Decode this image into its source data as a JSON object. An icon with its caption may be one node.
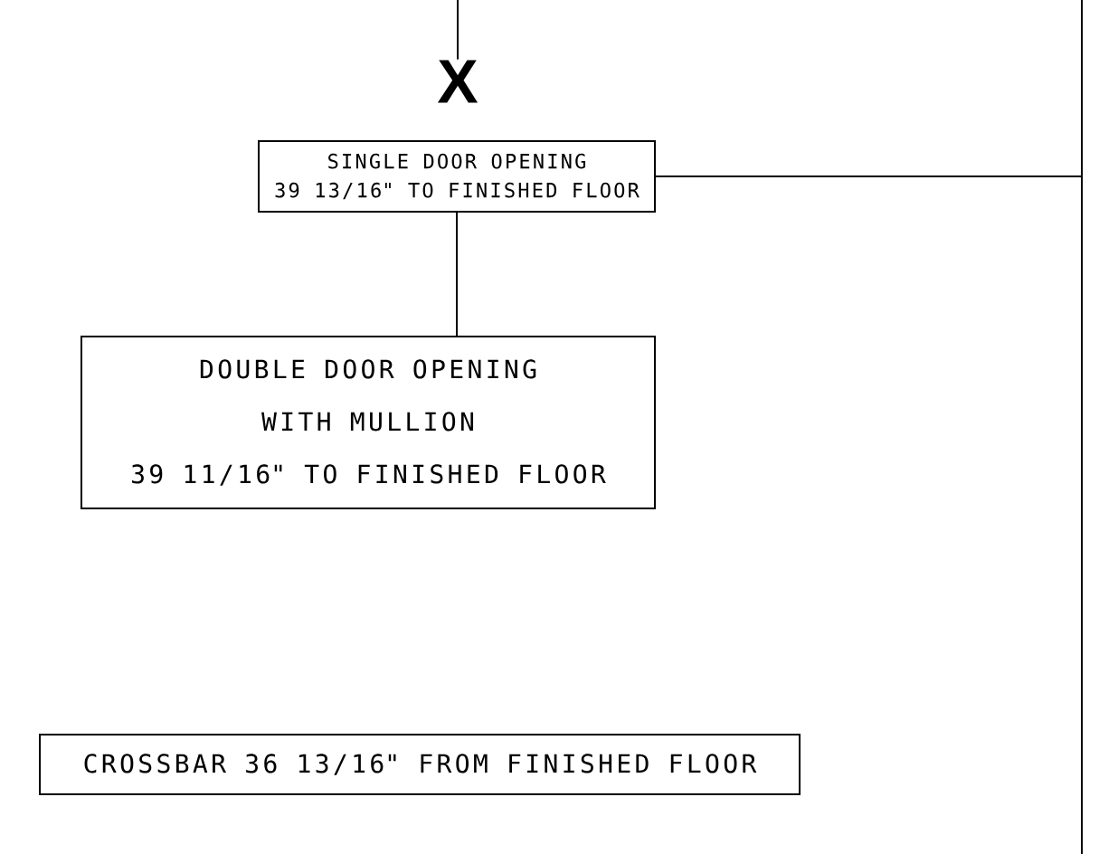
{
  "diagram": {
    "nodes": [
      {
        "text": [
          "X"
        ]
      },
      {
        "text": [
          "SINGLE DOOR OPENING",
          "39 13/16\" TO FINISHED FLOOR"
        ]
      },
      {
        "text": [
          "DOUBLE DOOR OPENING",
          "WITH MULLION",
          "39 11/16\" TO FINISHED FLOOR"
        ]
      },
      {
        "text": [
          "CROSSBAR 36 13/16\" FROM FINISHED FLOOR"
        ]
      }
    ],
    "edges": [
      {
        "from": null,
        "to": 0,
        "arrow": "none"
      },
      {
        "from": 1,
        "to": 2,
        "arrow": "none"
      },
      {
        "from": 1,
        "to": null,
        "arrow": "none"
      }
    ]
  }
}
